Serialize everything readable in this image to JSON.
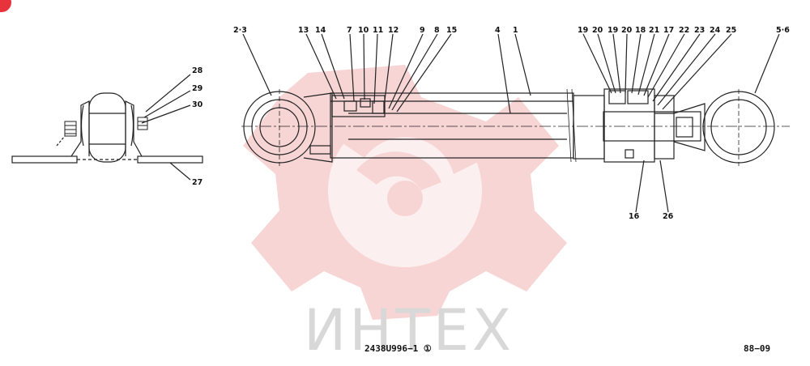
{
  "side_view": {
    "callouts": [
      "28",
      "29",
      "30",
      "27"
    ]
  },
  "main_view": {
    "callouts_top": [
      "2·3",
      "13",
      "14",
      "7",
      "10",
      "11",
      "12",
      "9",
      "8",
      "15",
      "4",
      "1",
      "19",
      "20",
      "19",
      "20",
      "18",
      "21",
      "17",
      "22",
      "23",
      "24",
      "25",
      "5·6"
    ],
    "callouts_bottom": [
      "16",
      "26"
    ]
  },
  "footer": {
    "drawing_number": "2438U996−1 ①",
    "page_code": "88−09"
  },
  "watermark": {
    "text": "ИНТЕХ",
    "color": "#f3b3b3"
  },
  "corner_badge": {
    "color": "#e8323c"
  }
}
